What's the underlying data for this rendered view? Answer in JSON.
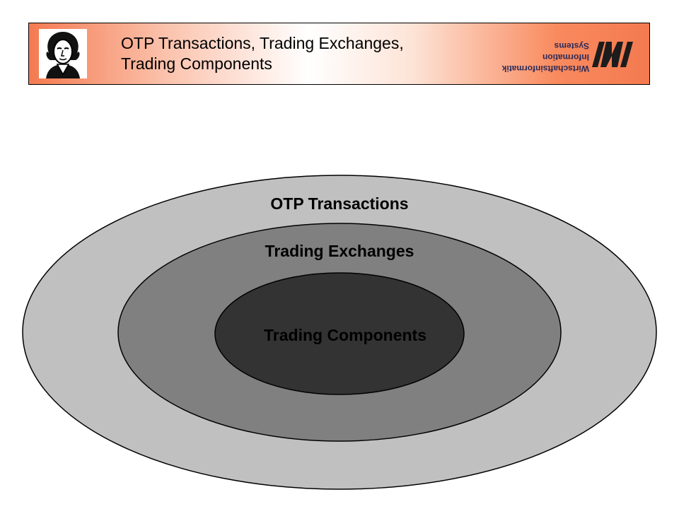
{
  "header": {
    "title": "OTP Transactions, Trading Exchanges,\nTrading Components",
    "logo_text_line1": "Wirtschaftsinformatik",
    "logo_text_line2": "Information Systems",
    "portrait_icon": "goethe-portrait-icon",
    "logo_icon": "iwi-logo-icon",
    "gradient_color": "#f47a50"
  },
  "diagram": {
    "rings": [
      {
        "label": "OTP Transactions",
        "color": "#c0c0c0"
      },
      {
        "label": "Trading Exchanges",
        "color": "#808080"
      },
      {
        "label": "Trading Components",
        "color": "#333333"
      }
    ]
  }
}
